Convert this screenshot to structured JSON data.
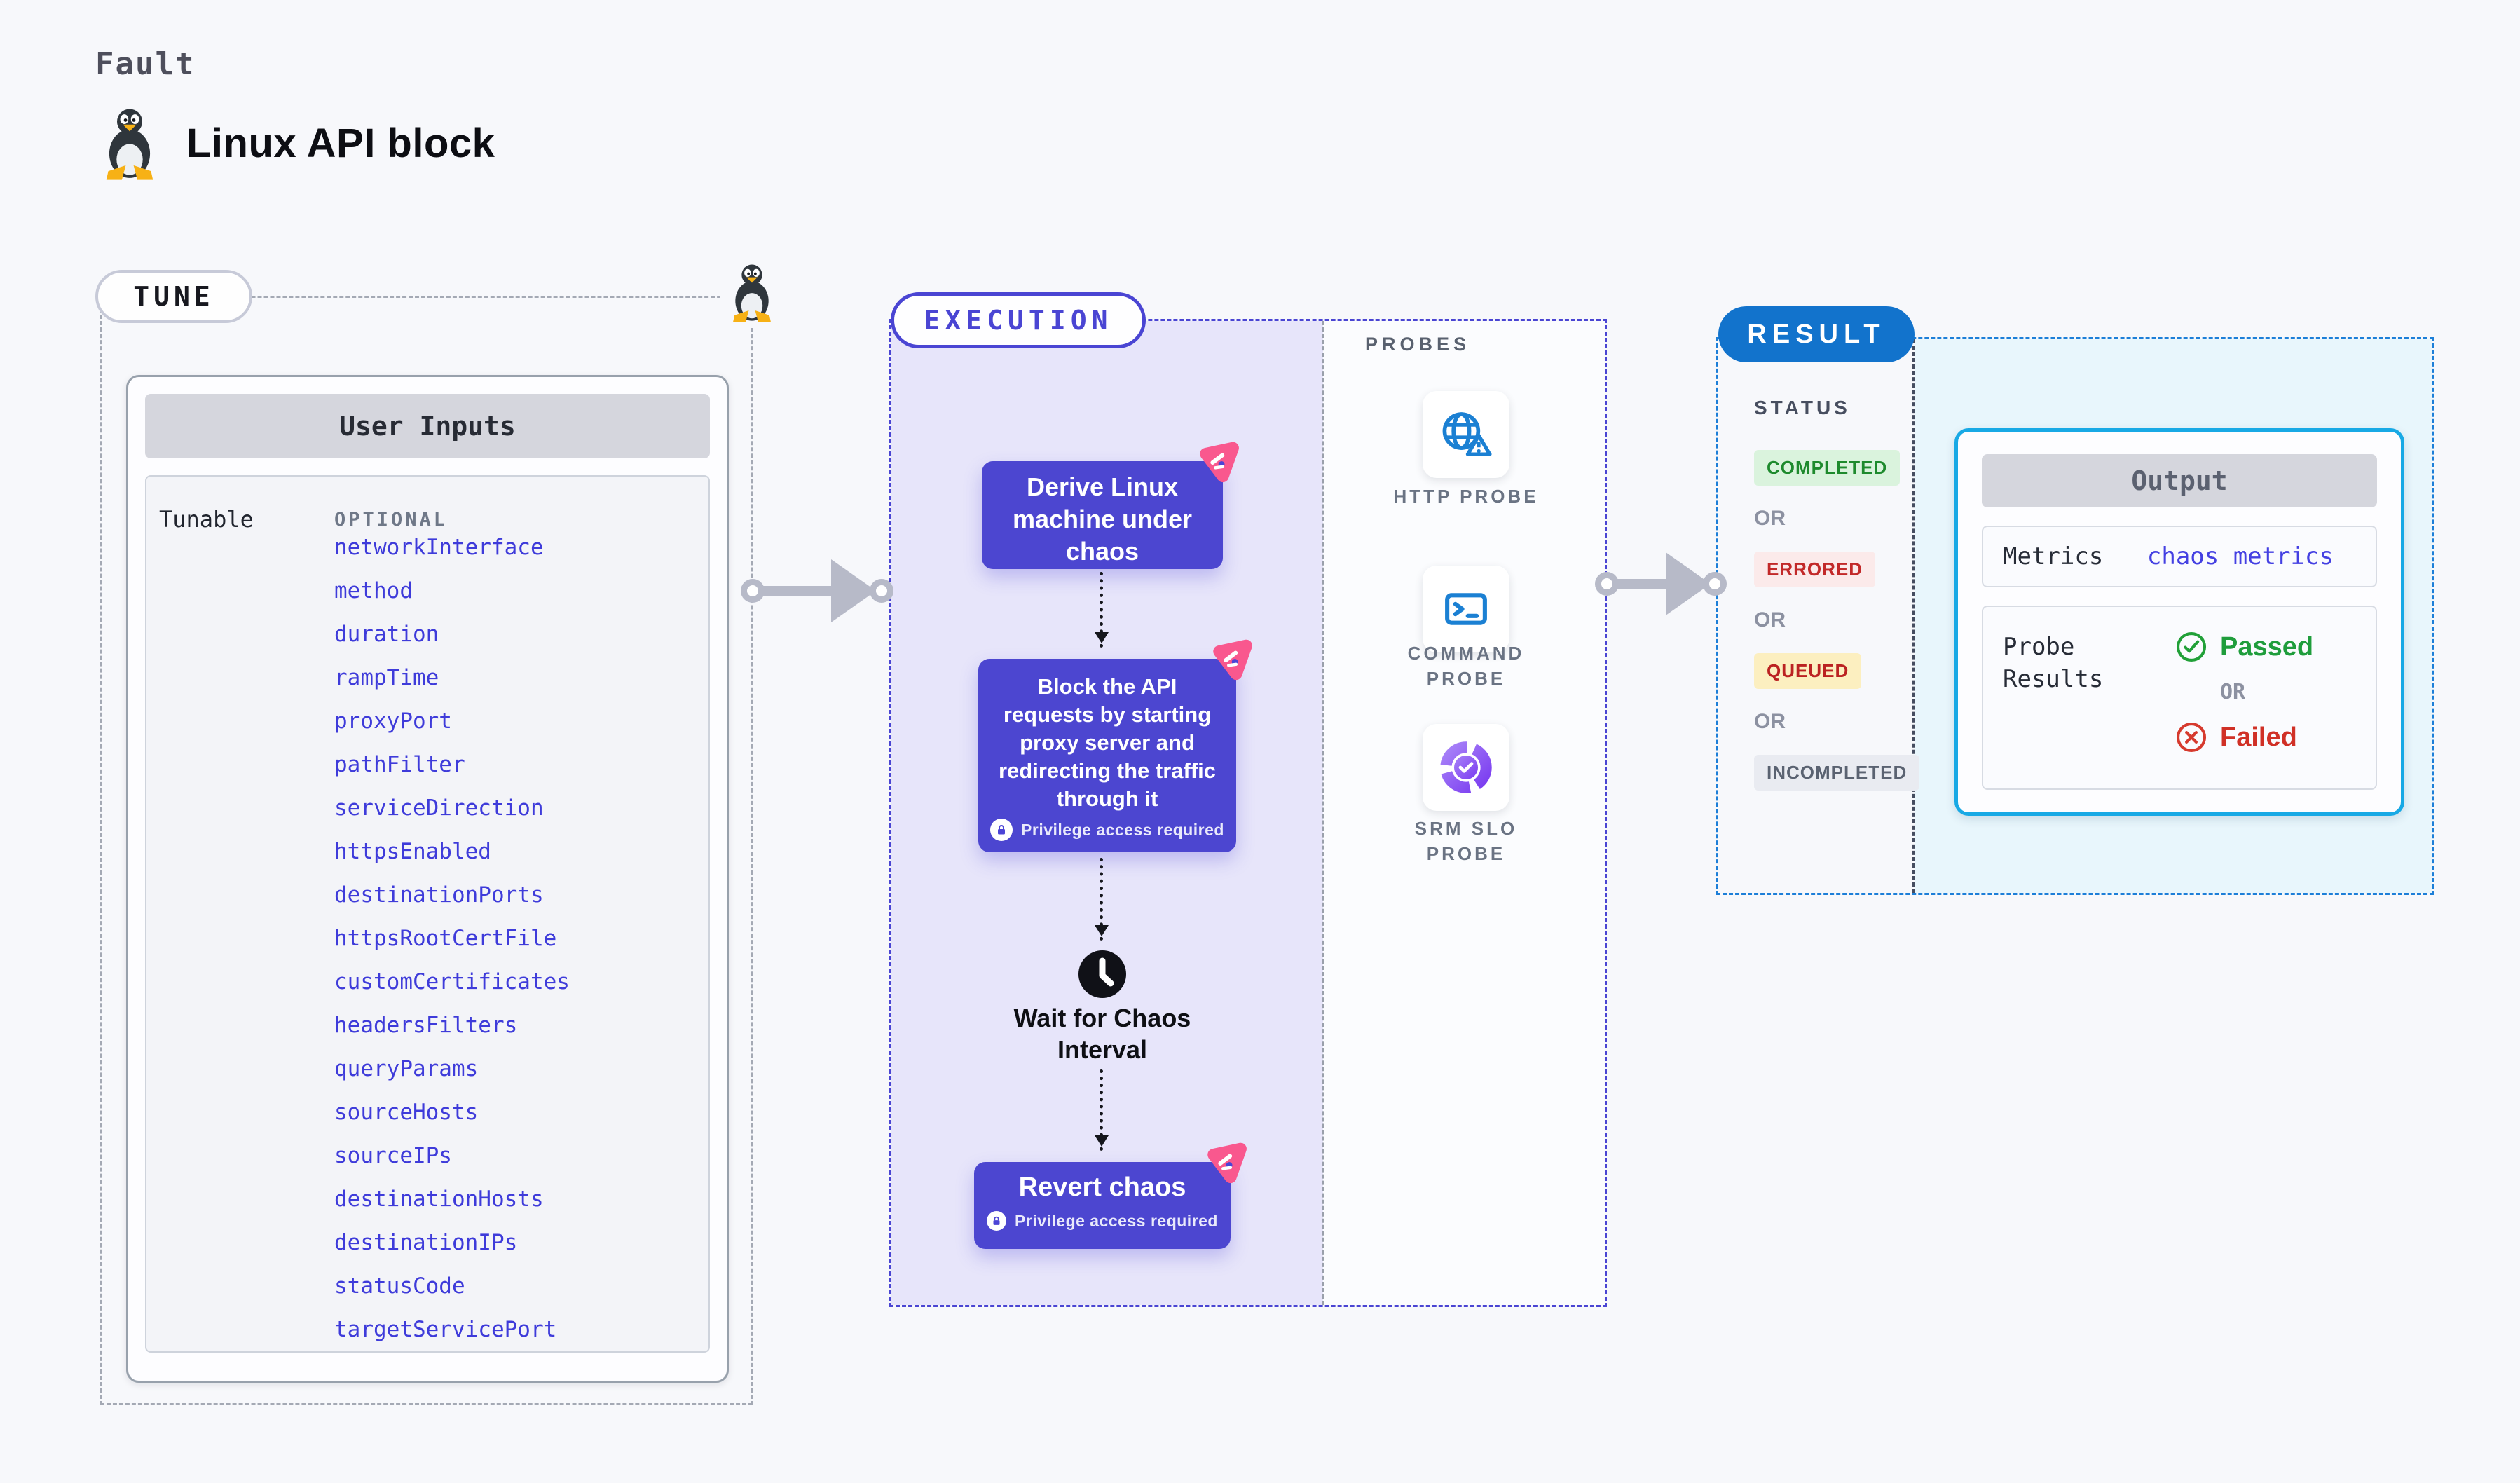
{
  "header": {
    "eyebrow": "Fault",
    "title": "Linux API block"
  },
  "tune": {
    "badge": "TUNE",
    "card_title": "User Inputs",
    "row_label": "Tunable",
    "row_tag": "OPTIONAL",
    "params": [
      "networkInterface",
      "method",
      "duration",
      "rampTime",
      "proxyPort",
      "pathFilter",
      "serviceDirection",
      "httpsEnabled",
      "destinationPorts",
      "httpsRootCertFile",
      "customCertificates",
      "headersFilters",
      "queryParams",
      "sourceHosts",
      "sourceIPs",
      "destinationHosts",
      "destinationIPs",
      "statusCode",
      "targetServicePort"
    ]
  },
  "execution": {
    "badge": "EXECUTION",
    "derive_step": "Derive Linux machine under chaos",
    "block_step": "Block the API requests by starting proxy server and redirecting the traffic through it",
    "privilege_note": "Privilege access required",
    "wait_step": "Wait for Chaos Interval",
    "revert_step": "Revert chaos"
  },
  "probes": {
    "label": "PROBES",
    "items": [
      {
        "label": "HTTP PROBE",
        "icon": "globe-alert-icon"
      },
      {
        "label": "COMMAND PROBE",
        "icon": "terminal-icon"
      },
      {
        "label": "SRM SLO PROBE",
        "icon": "slo-donut-check-icon"
      }
    ]
  },
  "result": {
    "badge": "RESULT",
    "status_label": "STATUS",
    "or_label": "OR",
    "statuses": [
      {
        "label": "COMPLETED",
        "text_color": "#1e8a2d",
        "bg_color": "#daf3dd"
      },
      {
        "label": "ERRORED",
        "text_color": "#c22929",
        "bg_color": "#fbeaea"
      },
      {
        "label": "QUEUED",
        "text_color": "#bb2222",
        "bg_color": "#fcefc0"
      },
      {
        "label": "INCOMPLETED",
        "text_color": "#5a6271",
        "bg_color": "#e9ebf1"
      }
    ]
  },
  "output": {
    "title": "Output",
    "metrics_label": "Metrics",
    "metrics_value": "chaos metrics",
    "probe_results_label": "Probe Results",
    "passed_label": "Passed",
    "or_label": "OR",
    "failed_label": "Failed"
  },
  "colors": {
    "accent_indigo": "#4a45d3",
    "node_indigo": "#4c46d0",
    "result_blue": "#1273cc",
    "output_cyan_border": "#18a9e5",
    "output_cyan_bg": "#e8f6fc",
    "param_blue": "#3e3bda",
    "flag_pink": "#f9588e",
    "passed_green": "#1f9d3c",
    "failed_red": "#d03026"
  }
}
